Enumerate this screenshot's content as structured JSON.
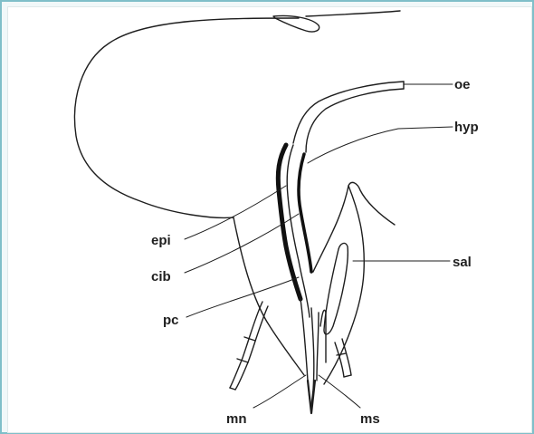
{
  "figure": {
    "labels": {
      "oe": "oe",
      "hyp": "hyp",
      "epi": "epi",
      "cib": "cib",
      "sal": "sal",
      "pc": "pc",
      "mn": "mn",
      "ms": "ms"
    }
  }
}
